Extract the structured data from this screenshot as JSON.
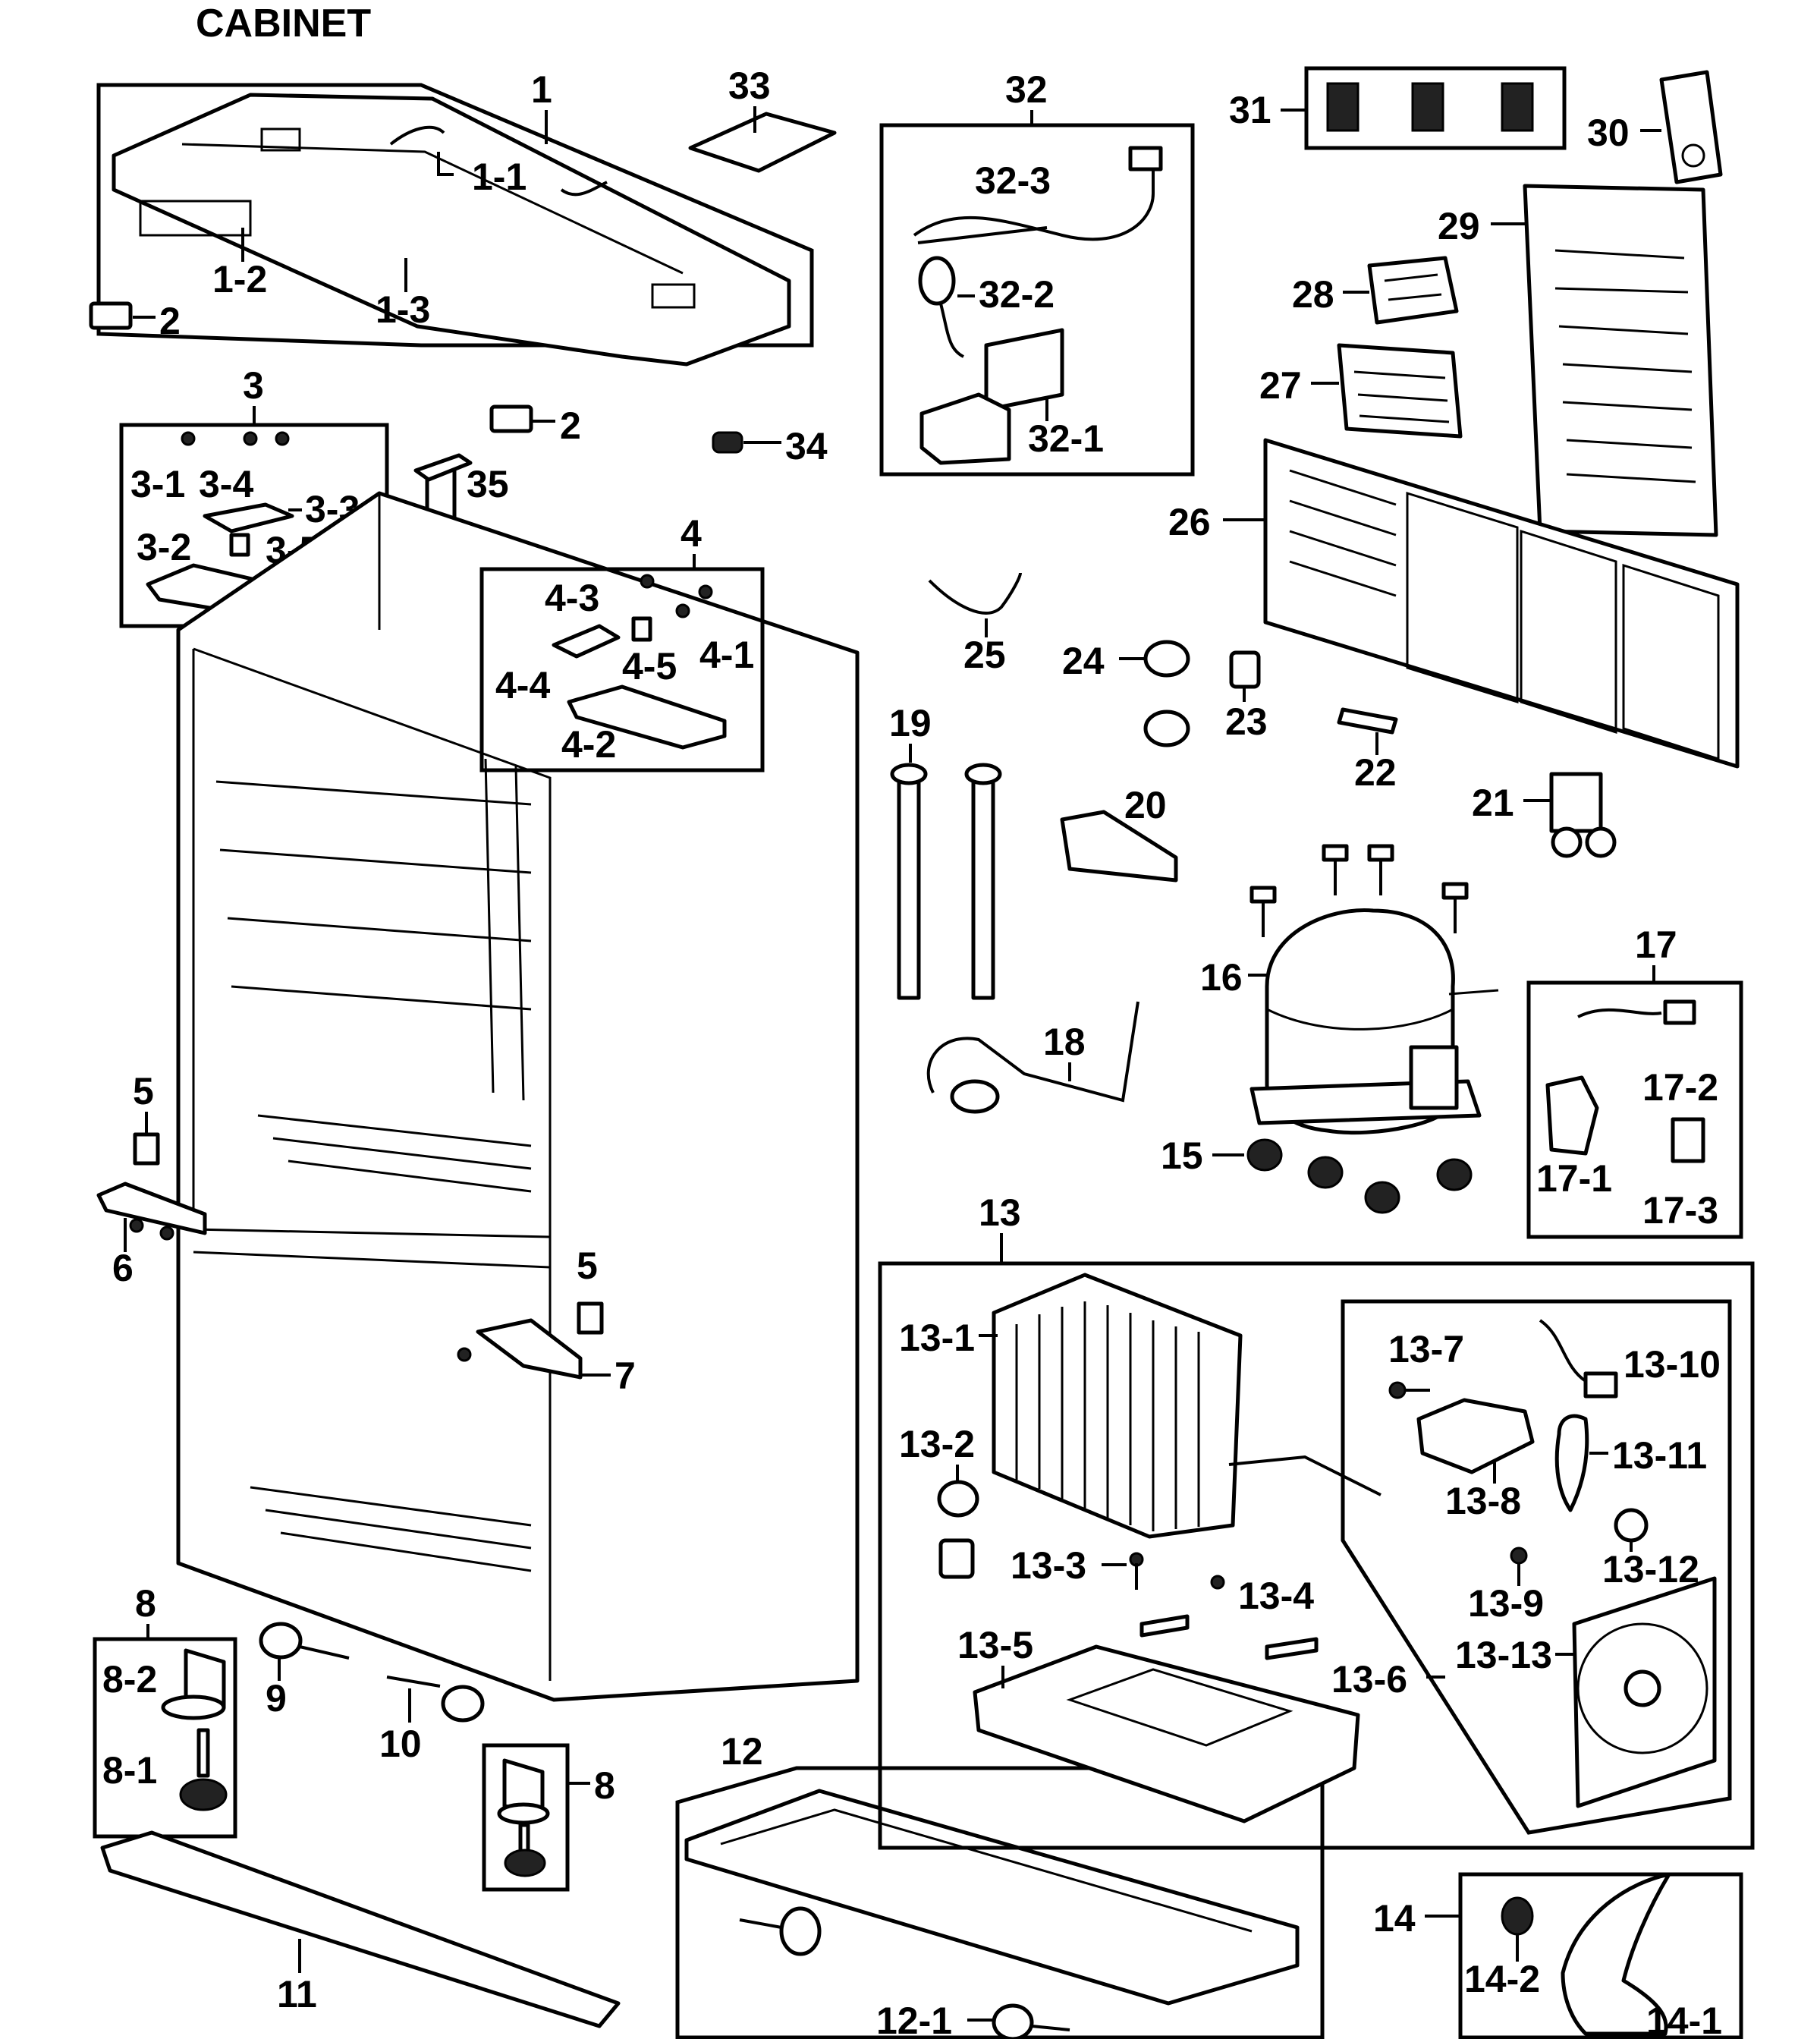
{
  "title": "CABINET",
  "labels": {
    "p1": "1",
    "p1_1": "1-1",
    "p1_2": "1-2",
    "p1_3": "1-3",
    "p2a": "2",
    "p2b": "2",
    "p3": "3",
    "p3_1": "3-1",
    "p3_2": "3-2",
    "p3_3": "3-3",
    "p3_4": "3-4",
    "p3_5": "3-5",
    "p4": "4",
    "p4_1": "4-1",
    "p4_2": "4-2",
    "p4_3": "4-3",
    "p4_4": "4-4",
    "p4_5": "4-5",
    "p5a": "5",
    "p5b": "5",
    "p6": "6",
    "p7": "7",
    "p8a": "8",
    "p8b": "8",
    "p8_1": "8-1",
    "p8_2": "8-2",
    "p9": "9",
    "p10": "10",
    "p11": "11",
    "p12": "12",
    "p12_1": "12-1",
    "p13": "13",
    "p13_1": "13-1",
    "p13_2": "13-2",
    "p13_3": "13-3",
    "p13_4": "13-4",
    "p13_5": "13-5",
    "p13_6": "13-6",
    "p13_7": "13-7",
    "p13_8": "13-8",
    "p13_9": "13-9",
    "p13_10": "13-10",
    "p13_11": "13-11",
    "p13_12": "13-12",
    "p13_13": "13-13",
    "p14": "14",
    "p14_1": "14-1",
    "p14_2": "14-2",
    "p15": "15",
    "p16": "16",
    "p17": "17",
    "p17_1": "17-1",
    "p17_2": "17-2",
    "p17_3": "17-3",
    "p18": "18",
    "p19": "19",
    "p20": "20",
    "p21": "21",
    "p22": "22",
    "p23": "23",
    "p24": "24",
    "p25": "25",
    "p26": "26",
    "p27": "27",
    "p28": "28",
    "p29": "29",
    "p30": "30",
    "p31": "31",
    "p32": "32",
    "p32_1": "32-1",
    "p32_2": "32-2",
    "p32_3": "32-3",
    "p33": "33",
    "p34": "34",
    "p35": "35"
  }
}
